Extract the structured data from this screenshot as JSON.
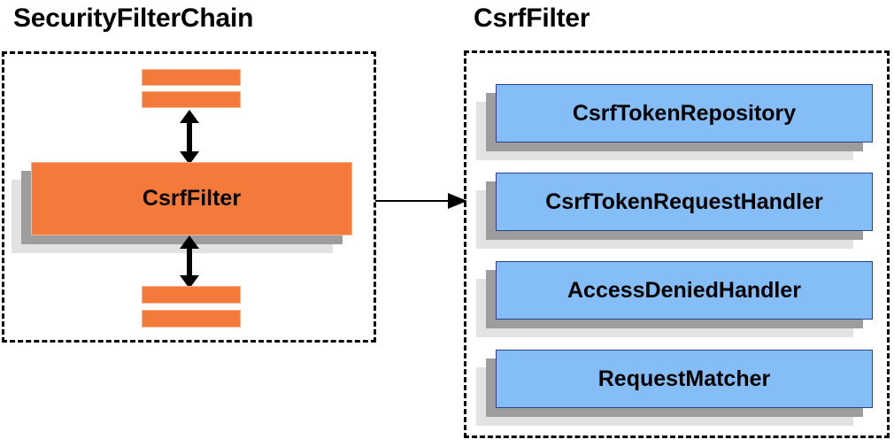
{
  "diagram": {
    "title_left": "SecurityFilterChain",
    "title_right": "CsrfFilter",
    "colors": {
      "box_blue_fill": "#85BDF7",
      "box_blue_border": "#2B3F8F",
      "box_orange_fill": "#F47A3C",
      "box_orange_border": "#F8B48C",
      "shadow_near": "#9D9D9D",
      "shadow_far": "#E2E2E2",
      "outline_dashed": "#000000",
      "text": "#000000",
      "background": "#FFFFFF"
    }
  },
  "left_panel": {
    "title": "SecurityFilterChain",
    "filter_box": {
      "label": "CsrfFilter"
    },
    "unlabeled_bars_top": [
      {
        "label": ""
      },
      {
        "label": ""
      }
    ],
    "unlabeled_bars_bottom": [
      {
        "label": ""
      },
      {
        "label": ""
      }
    ],
    "arrows": [
      {
        "name": "double-arrow-top",
        "direction": "up-down"
      },
      {
        "name": "double-arrow-bottom",
        "direction": "up-down"
      }
    ]
  },
  "right_panel": {
    "title": "CsrfFilter",
    "components": [
      {
        "label": "CsrfTokenRepository"
      },
      {
        "label": "CsrfTokenRequestHandler"
      },
      {
        "label": "AccessDeniedHandler"
      },
      {
        "label": "RequestMatcher"
      }
    ]
  },
  "connector": {
    "name": "csrffilter-to-components-arrow",
    "direction": "right",
    "label": ""
  }
}
